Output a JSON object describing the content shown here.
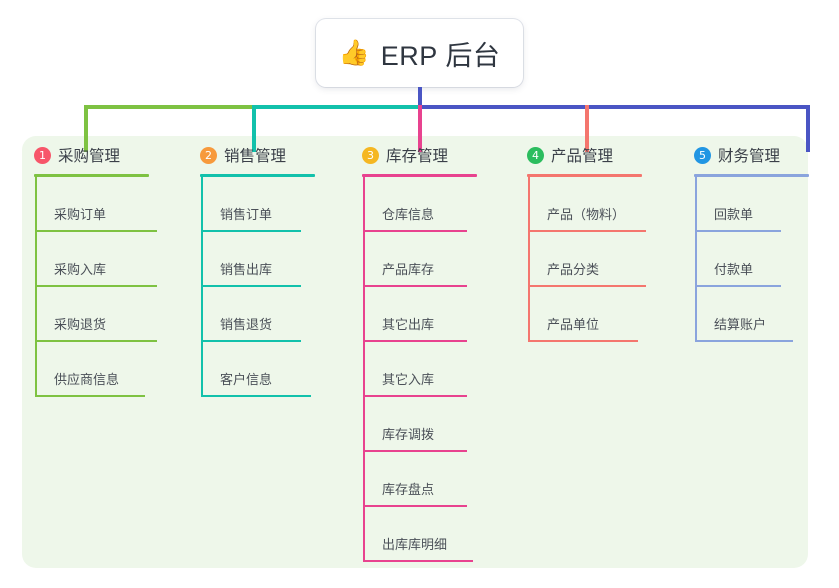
{
  "root": {
    "icon": "thumbs-up-icon",
    "icon_glyph": "👍",
    "title": "ERP 后台"
  },
  "palette": {
    "panel_bg": "#eef7ea",
    "trunk": "#4a55c4",
    "green": "#7ec242",
    "teal": "#12c1ab",
    "pink": "#e8438f",
    "salmon": "#f4766e",
    "blue": "#4a55c4"
  },
  "columns": [
    {
      "index": "1",
      "badge_color": "#f7566a",
      "line_color": "#7ec242",
      "label": "采购管理",
      "items": [
        {
          "label": "采购订单"
        },
        {
          "label": "采购入库"
        },
        {
          "label": "采购退货"
        },
        {
          "label": "供应商信息"
        }
      ]
    },
    {
      "index": "2",
      "badge_color": "#f79a3c",
      "line_color": "#12c1ab",
      "label": "销售管理",
      "items": [
        {
          "label": "销售订单"
        },
        {
          "label": "销售出库"
        },
        {
          "label": "销售退货"
        },
        {
          "label": "客户信息"
        }
      ]
    },
    {
      "index": "3",
      "badge_color": "#f5b722",
      "line_color": "#e8438f",
      "label": "库存管理",
      "items": [
        {
          "label": "仓库信息"
        },
        {
          "label": "产品库存"
        },
        {
          "label": "其它出库"
        },
        {
          "label": "其它入库"
        },
        {
          "label": "库存调拨"
        },
        {
          "label": "库存盘点"
        },
        {
          "label": "出库库明细"
        }
      ]
    },
    {
      "index": "4",
      "badge_color": "#2bbd5e",
      "line_color": "#f4766e",
      "label": "产品管理",
      "items": [
        {
          "label": "产品（物料）"
        },
        {
          "label": "产品分类"
        },
        {
          "label": "产品单位"
        }
      ]
    },
    {
      "index": "5",
      "badge_color": "#2196e3",
      "line_color": "#8aa4dd",
      "label": "财务管理",
      "items": [
        {
          "label": "回款单"
        },
        {
          "label": "付款单"
        },
        {
          "label": "结算账户"
        }
      ]
    }
  ]
}
